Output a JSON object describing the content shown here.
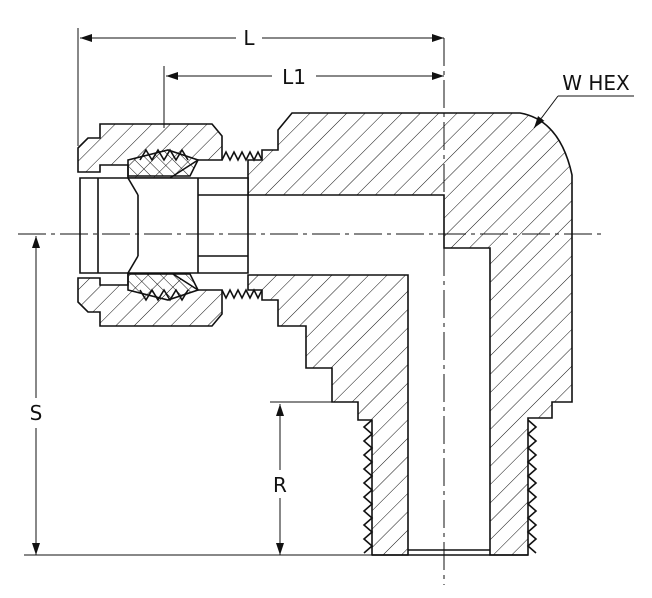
{
  "labels": {
    "L": "L",
    "L1": "L1",
    "W_HEX": "W HEX",
    "S": "S",
    "R": "R"
  },
  "colors": {
    "line": "#111111",
    "background": "#ffffff"
  }
}
